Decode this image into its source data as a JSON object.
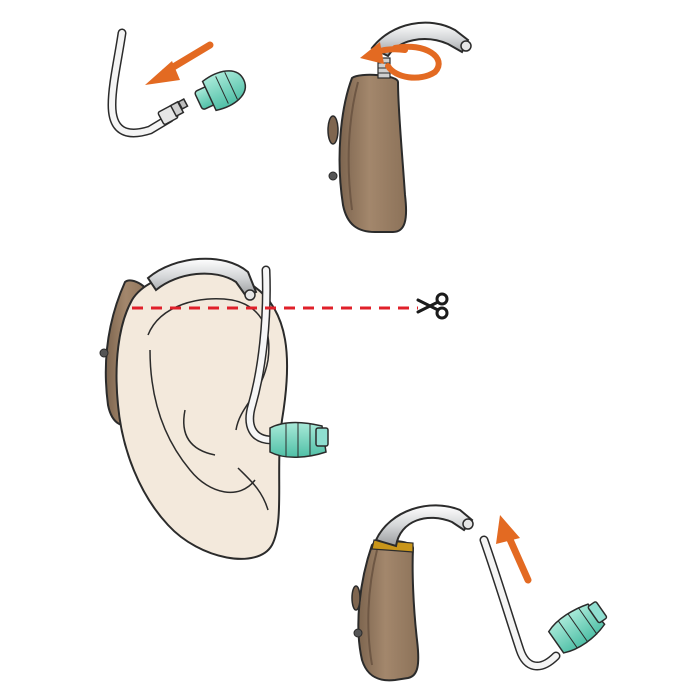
{
  "illustration": {
    "panels": [
      {
        "id": "panel-1",
        "description_icon": "tube-and-dome-assembly"
      },
      {
        "id": "panel-2",
        "description_icon": "hook-unscrew"
      },
      {
        "id": "panel-3",
        "description_icon": "measure-and-cut"
      },
      {
        "id": "panel-4",
        "description_icon": "attach-tube"
      }
    ],
    "icons": [
      "arrow-icon",
      "rotate-arrow-icon",
      "scissors-icon",
      "cut-line-icon"
    ],
    "colors": {
      "arrow": "#e36a22",
      "device_body": "#9a7e64",
      "device_body_dark": "#7f6650",
      "hook": "#c9cbcd",
      "ear": "#f3e9dc",
      "dome": "#6fd0bd",
      "cut_line": "#e0202a",
      "band": "#c9961a",
      "outline": "#2b2b2b"
    }
  }
}
